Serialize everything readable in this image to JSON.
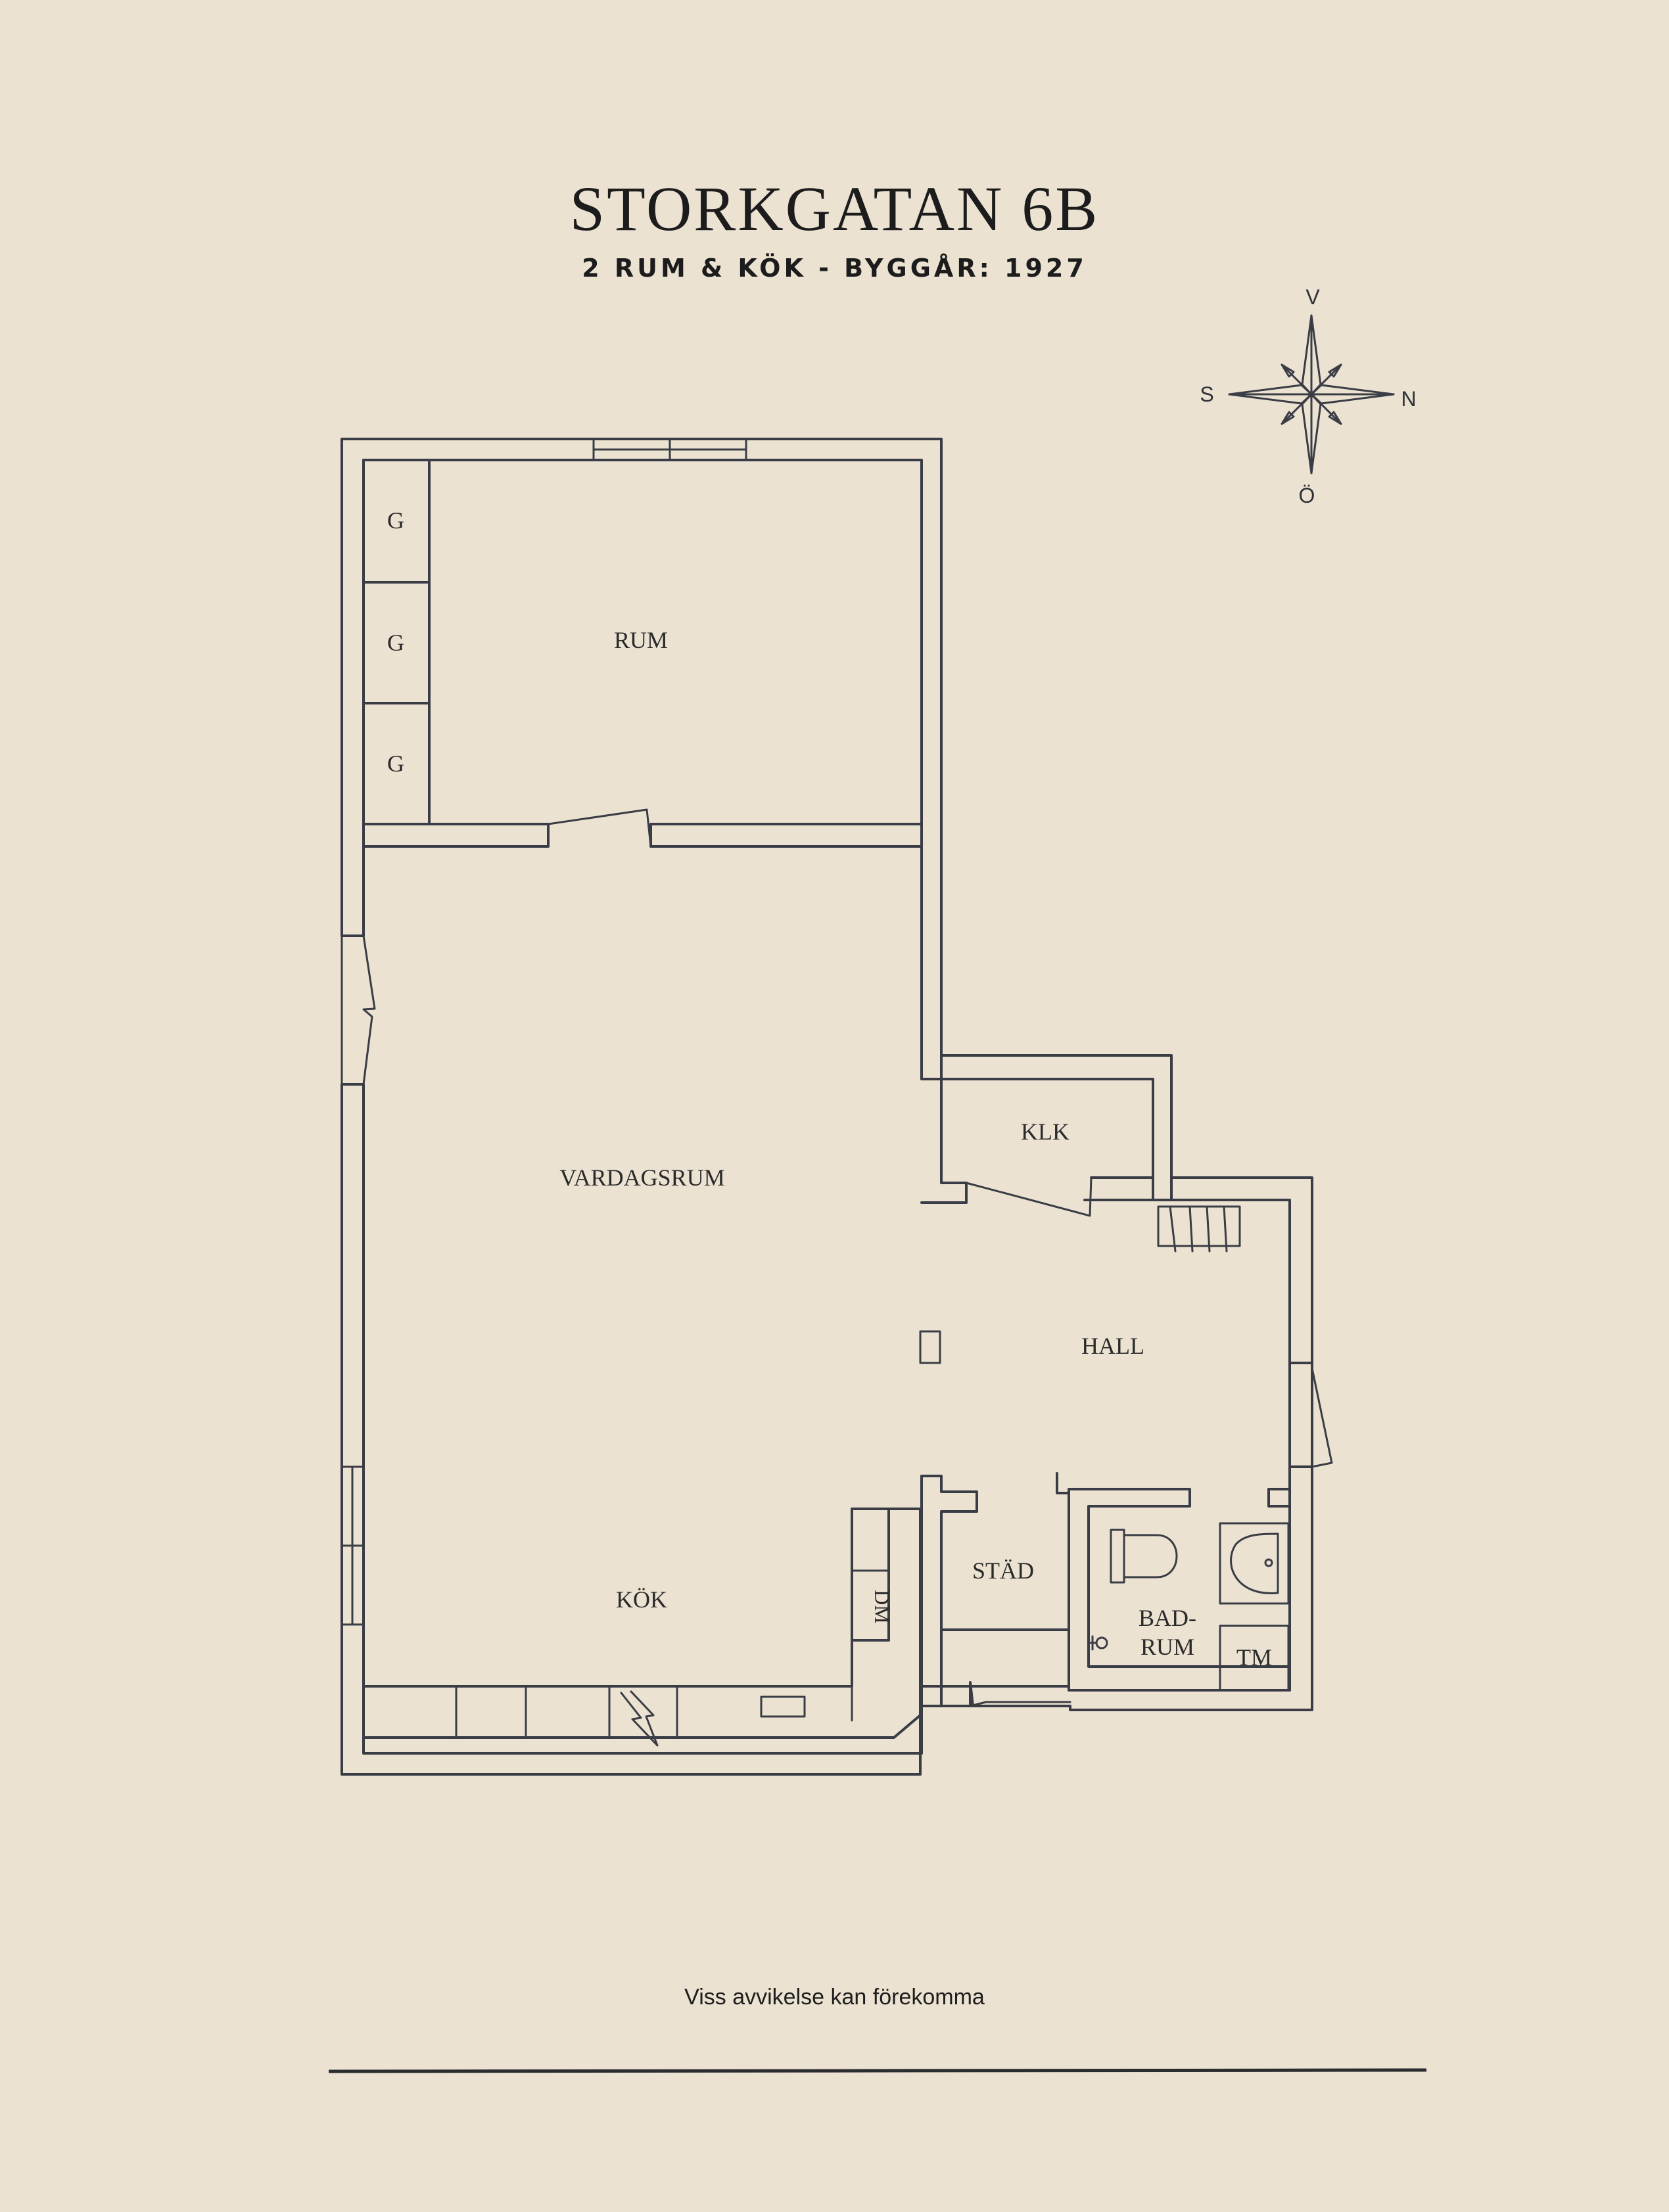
{
  "header": {
    "title": "STORKGATAN 6B",
    "subtitle": "2 RUM & KÖK  -  BYGGÅR: 1927"
  },
  "compass": {
    "top": "V",
    "left": "S",
    "right": "N",
    "bottom": "Ö"
  },
  "rooms": {
    "rum": "RUM",
    "closet_1": "G",
    "closet_2": "G",
    "closet_3": "G",
    "vardagsrum": "VARDAGSRUM",
    "kok": "KÖK",
    "klk": "KLK",
    "hall": "HALL",
    "stad": "STÄD",
    "badrum_line1": "BAD-",
    "badrum_line2": "RUM",
    "tm": "TM",
    "dm": "DM"
  },
  "footer": {
    "disclaimer": "Viss avvikelse kan förekomma"
  },
  "colors": {
    "background": "#ebe2d2",
    "ink": "#3a3d45",
    "text": "#1c1c1c"
  }
}
